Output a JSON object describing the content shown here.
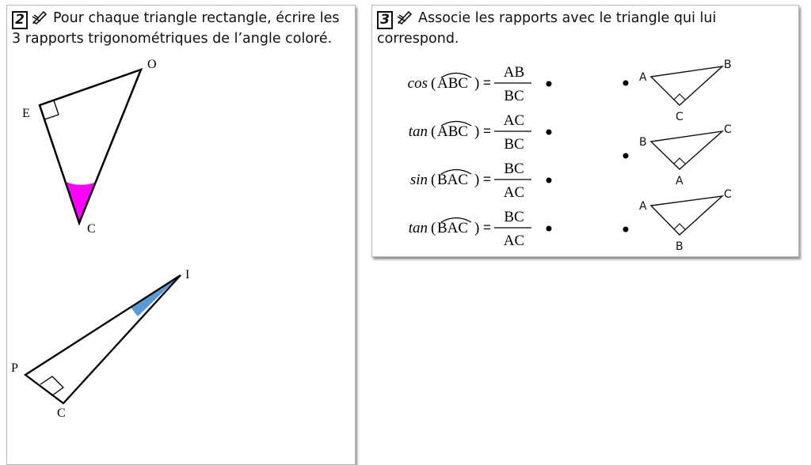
{
  "exercise2": {
    "number": "2",
    "instruction": "Pour chaque triangle rectangle, écrire les 3 rapports trigonométriques de l’angle coloré.",
    "triangle1": {
      "labels": [
        "O",
        "E",
        "C"
      ],
      "angle_color": "#ff00ff",
      "right_angle_at": "E",
      "colored_angle_at": "C"
    },
    "triangle2": {
      "labels": [
        "I",
        "P",
        "C"
      ],
      "angle_color": "#5b9bd5",
      "right_angle_at": "C",
      "colored_angle_at": "I"
    }
  },
  "exercise3": {
    "number": "3",
    "instruction": "Associe les rapports avec le triangle qui lui correspond.",
    "formulas": [
      {
        "fn": "cos",
        "angle": "ABC",
        "num": "AB",
        "den": "BC"
      },
      {
        "fn": "tan",
        "angle": "ABC",
        "num": "AC",
        "den": "BC"
      },
      {
        "fn": "sin",
        "angle": "BAC",
        "num": "BC",
        "den": "AC"
      },
      {
        "fn": "tan",
        "angle": "BAC",
        "num": "BC",
        "den": "AC"
      }
    ],
    "triangles": [
      {
        "left": "A",
        "right": "B",
        "bottom": "C"
      },
      {
        "left": "B",
        "right": "C",
        "bottom": "A"
      },
      {
        "left": "A",
        "right": "C",
        "bottom": "B"
      }
    ]
  }
}
